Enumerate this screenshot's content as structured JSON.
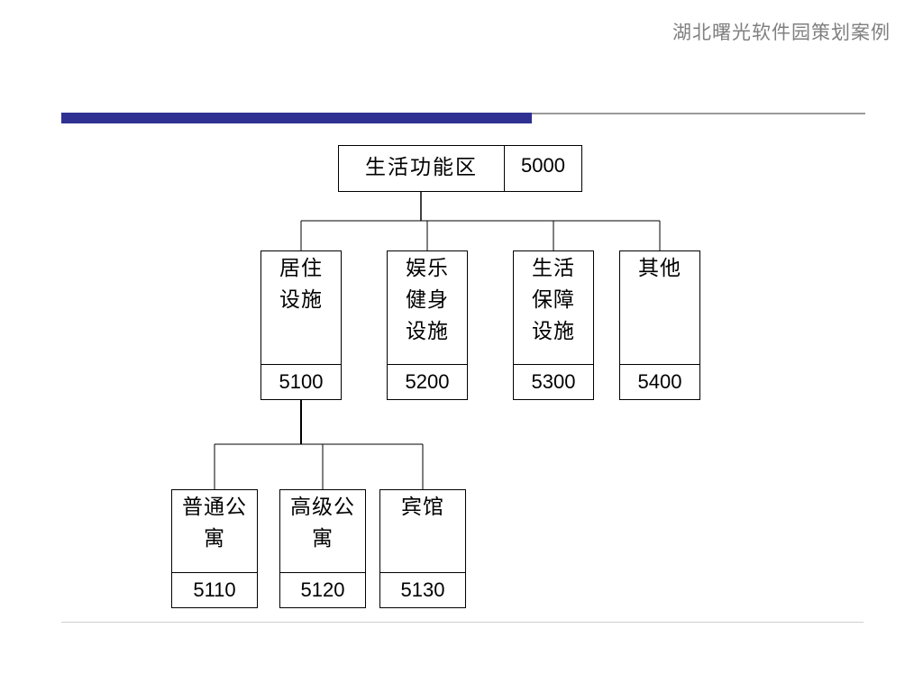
{
  "header": {
    "title": "湖北曙光软件园策划案例"
  },
  "colors": {
    "accent_bar": "#2e3192",
    "connector": "#000000"
  },
  "diagram": {
    "root": {
      "label": "生活功能区",
      "code": "5000"
    },
    "level1": [
      {
        "label": "居住\n设施",
        "code": "5100"
      },
      {
        "label": "娱乐\n健身\n设施",
        "code": "5200"
      },
      {
        "label": "生活\n保障\n设施",
        "code": "5300"
      },
      {
        "label": "其他",
        "code": "5400"
      }
    ],
    "level2": [
      {
        "label": "普通公\n寓",
        "code": "5110"
      },
      {
        "label": "高级公\n寓",
        "code": "5120"
      },
      {
        "label": "宾馆",
        "code": "5130"
      }
    ]
  }
}
